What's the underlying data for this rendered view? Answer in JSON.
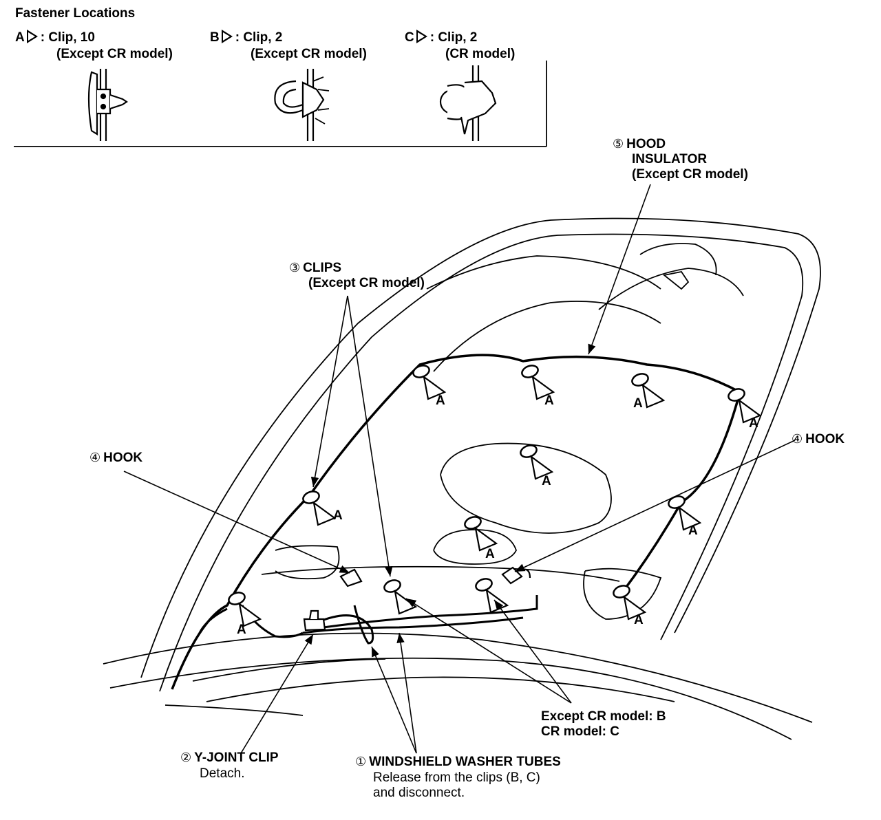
{
  "legend": {
    "title": "Fastener Locations",
    "items": [
      {
        "letter": "A",
        "desc": ": Clip, 10",
        "note": "(Except CR model)"
      },
      {
        "letter": "B",
        "desc": ": Clip, 2",
        "note": "(Except CR model)"
      },
      {
        "letter": "C",
        "desc": ": Clip, 2",
        "note": "(CR model)"
      }
    ]
  },
  "callouts": {
    "hood_insulator": {
      "num": "⑤",
      "line1": "HOOD",
      "line2": "INSULATOR",
      "line3": "(Except CR model)"
    },
    "clips": {
      "num": "③",
      "line1": "CLIPS",
      "line2": "(Except CR model)"
    },
    "hook_left": {
      "num": "④",
      "line1": "HOOK"
    },
    "hook_right": {
      "num": "④",
      "line1": "HOOK"
    },
    "clip_bc": {
      "line1": "Except CR model: B",
      "line2": "CR model: C"
    },
    "yjoint": {
      "num": "②",
      "line1": "Y-JOINT CLIP",
      "line2": "Detach."
    },
    "washer": {
      "num": "①",
      "line1": "WINDSHIELD WASHER TUBES",
      "line2": "Release from the clips (B, C)",
      "line3": "and disconnect."
    }
  },
  "clip_labels": {
    "a": "A"
  }
}
